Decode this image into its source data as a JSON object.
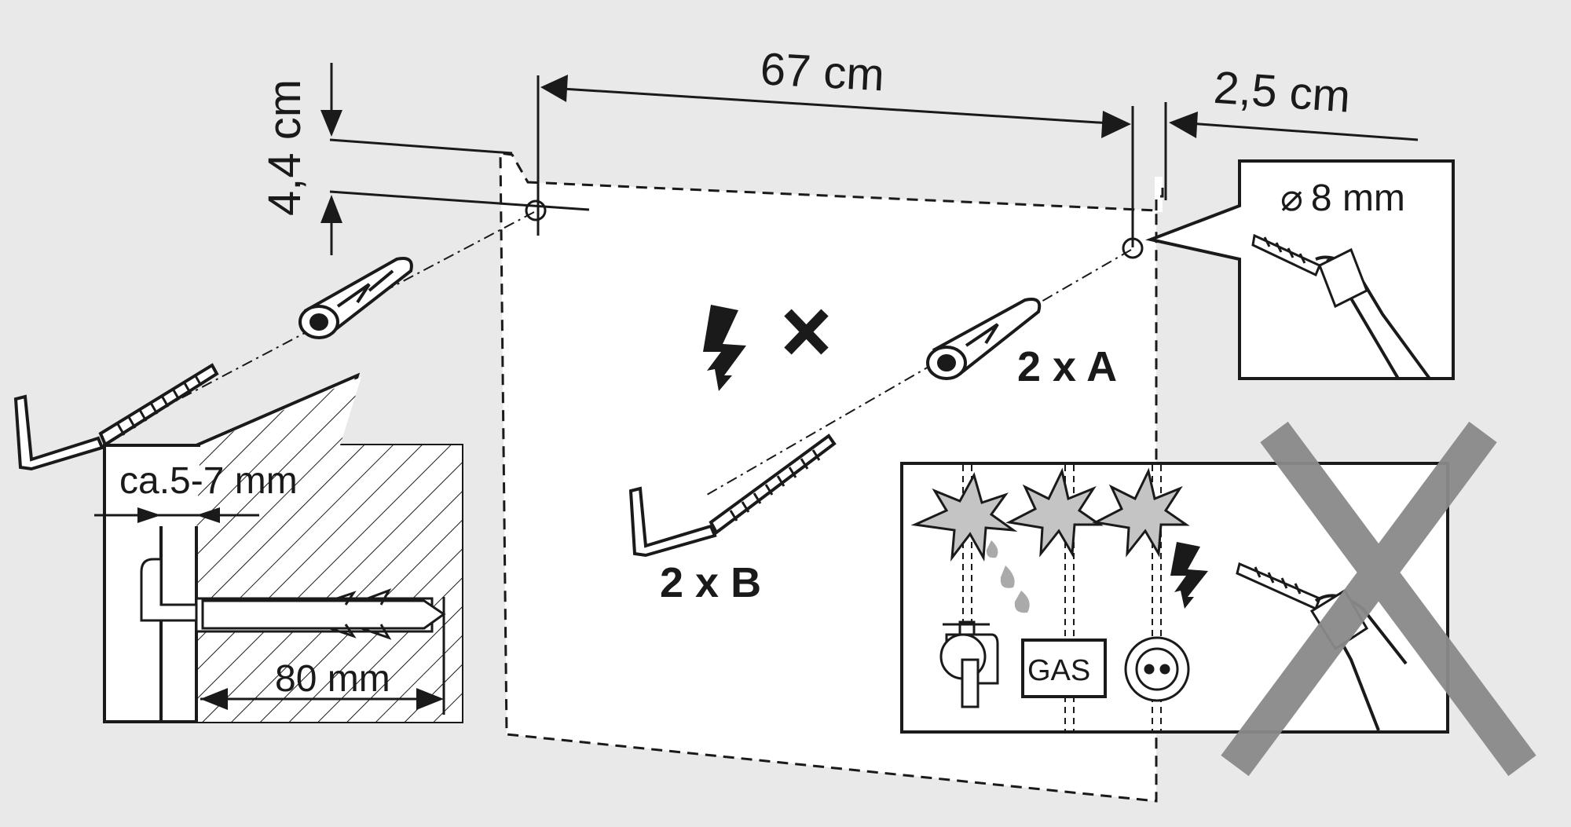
{
  "dimensions": {
    "height_offset": "4,4 cm",
    "hole_spacing": "67 cm",
    "edge_offset": "2,5 cm",
    "drill_diameter": "8 mm",
    "diameter_symbol": "⌀"
  },
  "labels": {
    "part_a": "2 x A",
    "part_b": "2 x B"
  },
  "wall_detail": {
    "gap": "ca.5-7 mm",
    "depth": "80 mm"
  },
  "hazards": {
    "gas_label": "GAS",
    "icons": [
      "water-tap-icon",
      "gas-meter-icon",
      "power-socket-icon",
      "electricity-icon",
      "explosion-icon"
    ],
    "prohibited": true
  },
  "colors": {
    "background": "#e9e9e9",
    "panel": "#ffffff",
    "line": "#1a1a1a",
    "star_fill": "#c4c4c4",
    "cross": "#8a8a8a"
  }
}
